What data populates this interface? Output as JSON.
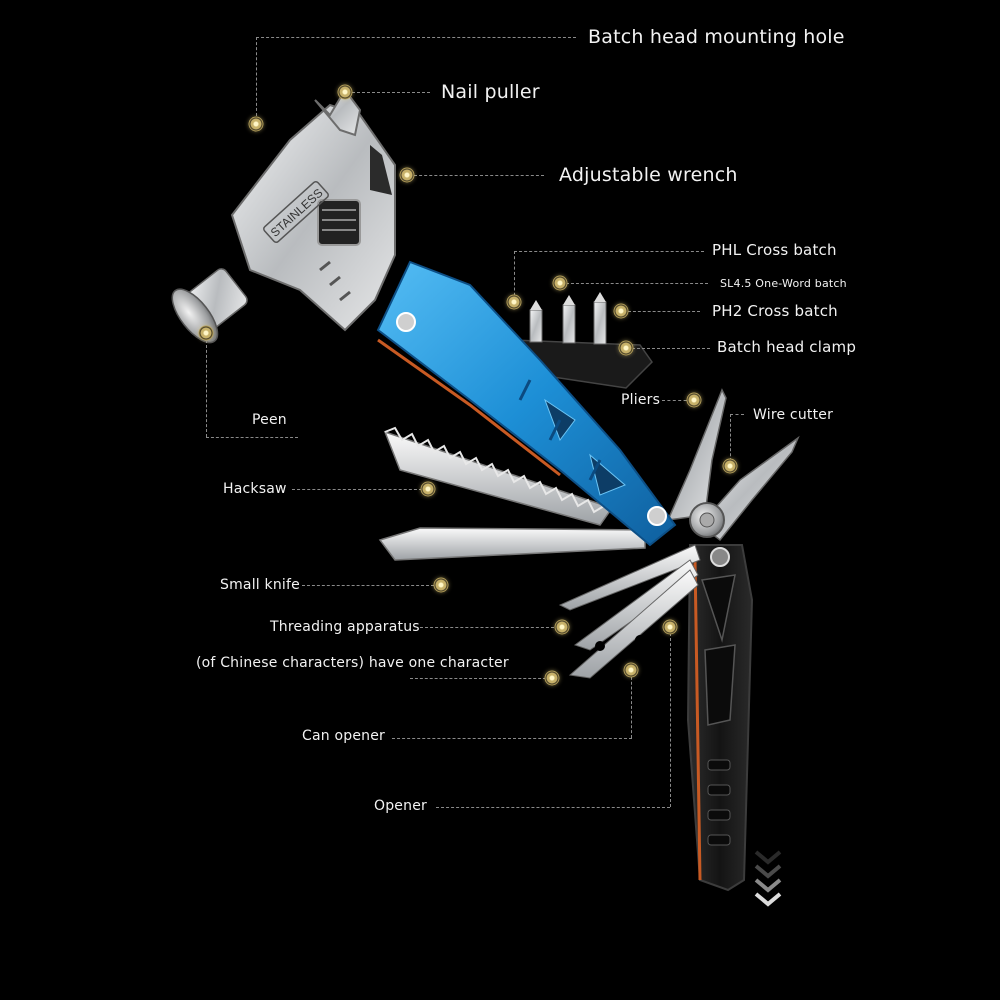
{
  "labels": {
    "batch_head_mounting_hole": "Batch head mounting hole",
    "nail_puller": "Nail puller",
    "adjustable_wrench": "Adjustable wrench",
    "phl_cross_batch": "PHL Cross batch",
    "sl45_one_word_batch": "SL4.5 One-Word batch",
    "ph2_cross_batch": "PH2 Cross batch",
    "batch_head_clamp": "Batch head clamp",
    "pliers": "Pliers",
    "wire_cutter": "Wire cutter",
    "peen": "Peen",
    "hacksaw": "Hacksaw",
    "small_knife": "Small knife",
    "threading_apparatus": "Threading apparatus",
    "one_character": "(of Chinese characters) have one character",
    "can_opener": "Can opener",
    "opener": "Opener"
  },
  "tool": {
    "stamp_text": "STAINLESS",
    "colors": {
      "handle": "#2a9be0",
      "handle_dark": "#1565a8",
      "steel": "#d8dadc",
      "black_handle": "#1c1c1c",
      "accent": "#c85a23"
    }
  }
}
